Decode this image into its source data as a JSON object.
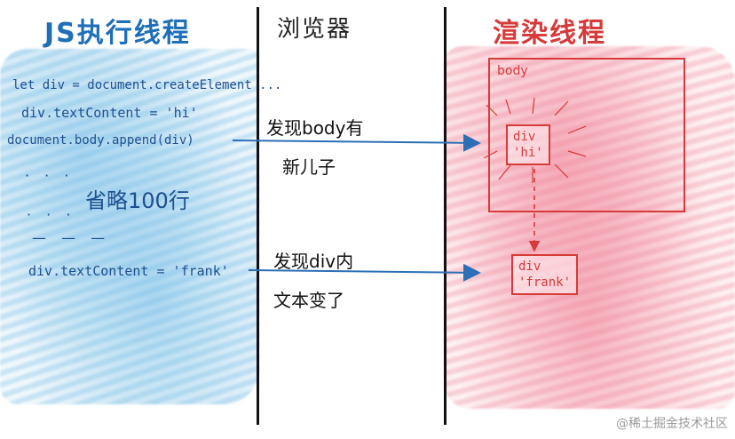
{
  "columns": {
    "js_thread": "JS执行线程",
    "browser": "浏览器",
    "render_thread": "渲染线程"
  },
  "code_lines": [
    "let div = document.createElement ...",
    "div.textContent = 'hi'",
    "document.body.append(div)",
    "div.textContent = 'frank'"
  ],
  "omit_text": "省略100行",
  "notes": {
    "first_line1": "发现body有",
    "first_line2": "新儿子",
    "second_line1": "发现div内",
    "second_line2": "文本变了"
  },
  "render": {
    "body_label": "body",
    "div_box1_line1": "div",
    "div_box1_line2": "'hi'",
    "div_box2_line1": "div",
    "div_box2_line2": "'frank'"
  },
  "watermark": "@稀土掘金技术社区",
  "colors": {
    "js_blue": "#1e6fb8",
    "render_red": "#d63a3a",
    "arrow_blue": "#2c6fb5"
  }
}
